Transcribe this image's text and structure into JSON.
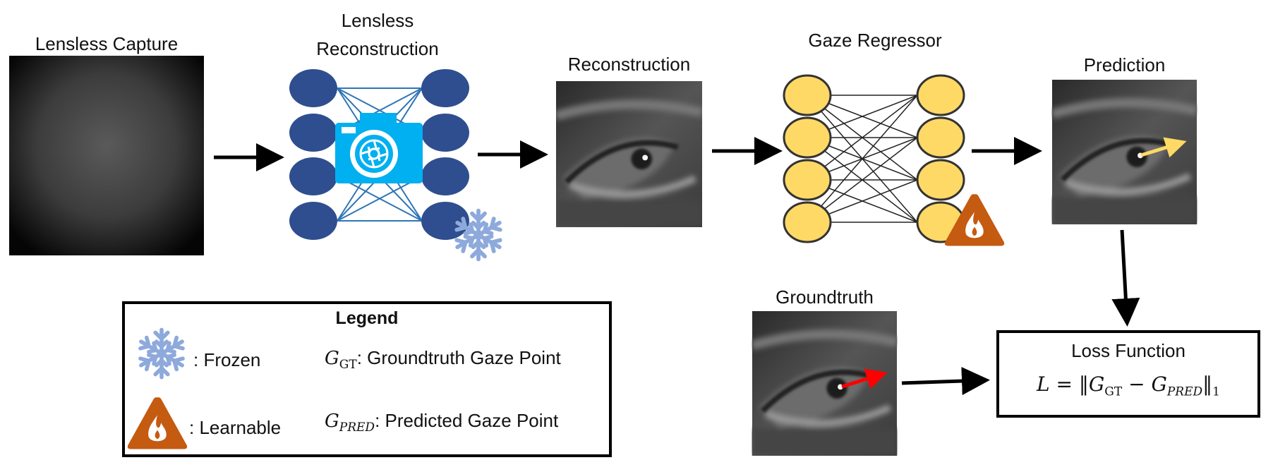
{
  "stages": {
    "capture": "Lensless Capture",
    "lensless_recon_line1": "Lensless",
    "lensless_recon_line2": "Reconstruction",
    "reconstruction": "Reconstruction",
    "gaze_regressor": "Gaze Regressor",
    "prediction": "Prediction",
    "groundtruth": "Groundtruth"
  },
  "legend": {
    "title": "Legend",
    "frozen": ": Frozen",
    "learnable": ": Learnable",
    "gt_symbol": "G",
    "gt_sub": "GT",
    "gt_desc": ": Groundtruth Gaze Point",
    "pred_symbol": "G",
    "pred_sub": "PRED",
    "pred_desc": ": Predicted Gaze Point"
  },
  "loss": {
    "title": "Loss Function",
    "lhs": "L",
    "eq": "=",
    "g1": "G",
    "g1_sub": "GT",
    "minus": "−",
    "g2": "G",
    "g2_sub": "PRED",
    "norm_sub": "1"
  },
  "colors": {
    "dark_node": "#2F4E8F",
    "yellow_node": "#FFD966",
    "camera": "#00B0F0",
    "frozen": "#8EA9DB",
    "learnable": "#C55A11",
    "prediction_arrow": "#FFC000",
    "groundtruth_arrow": "#FF0000"
  }
}
